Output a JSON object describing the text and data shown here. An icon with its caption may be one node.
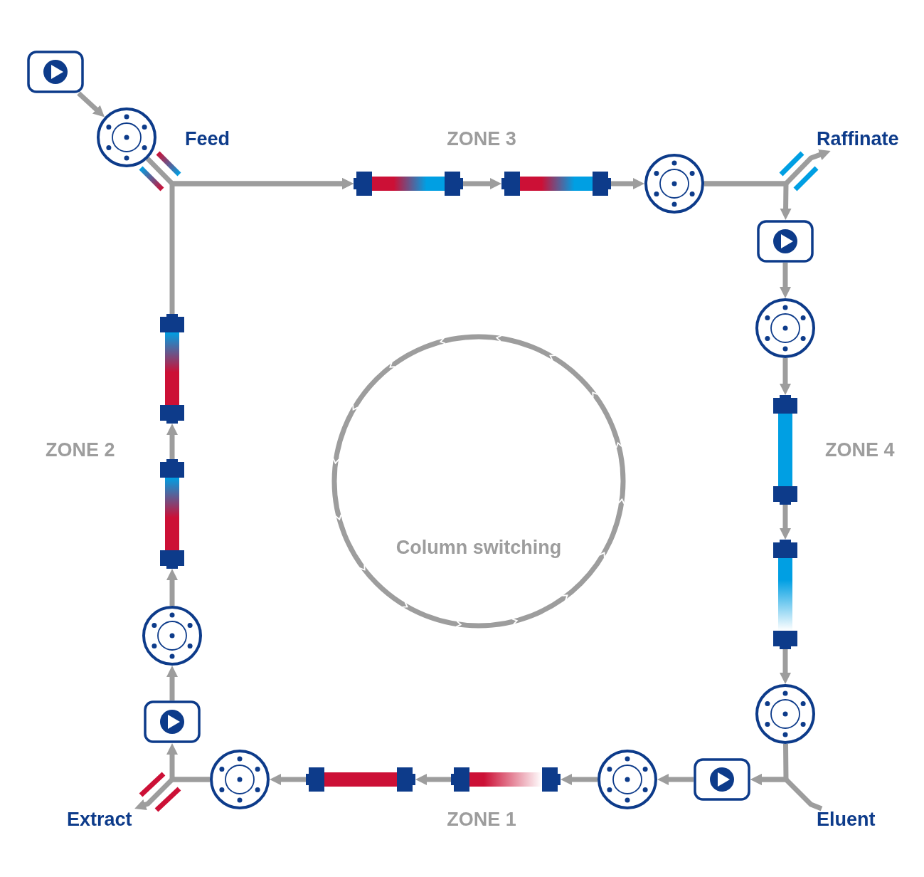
{
  "diagram": {
    "nodes": [
      {
        "text": [],
        "shape": "pump"
      },
      {
        "text": [],
        "shape": "valve"
      },
      {
        "text": [],
        "shape": "column"
      },
      {
        "text": [],
        "shape": "column"
      },
      {
        "text": [],
        "shape": "valve"
      },
      {
        "text": [],
        "shape": "pump"
      },
      {
        "text": [],
        "shape": "valve"
      },
      {
        "text": [],
        "shape": "column"
      },
      {
        "text": [],
        "shape": "column"
      },
      {
        "text": [],
        "shape": "valve"
      },
      {
        "text": [],
        "shape": "pump"
      },
      {
        "text": [],
        "shape": "valve"
      },
      {
        "text": [],
        "shape": "column"
      },
      {
        "text": [],
        "shape": "column"
      },
      {
        "text": [],
        "shape": "valve"
      },
      {
        "text": [],
        "shape": "pump"
      },
      {
        "text": [],
        "shape": "valve"
      },
      {
        "text": [],
        "shape": "column"
      },
      {
        "text": [],
        "shape": "column"
      },
      {
        "text": [
          "Column switching"
        ]
      },
      {
        "text": [
          "Raffinate"
        ]
      },
      {
        "text": [
          "Extract"
        ]
      },
      {
        "text": [
          "Eluent"
        ]
      }
    ],
    "edges": [
      {
        "from": 0,
        "to": 1,
        "arrow": "to"
      },
      {
        "from": 1,
        "to": 2,
        "arrow": "to"
      },
      {
        "from": 2,
        "to": 3,
        "arrow": "to"
      },
      {
        "from": 3,
        "to": 4,
        "arrow": "to"
      },
      {
        "from": 4,
        "to": 5,
        "arrow": "to"
      },
      {
        "from": 4,
        "to": 20,
        "arrow": "to"
      },
      {
        "from": 5,
        "to": 6,
        "arrow": "to"
      },
      {
        "from": 6,
        "to": 7,
        "arrow": "to"
      },
      {
        "from": 7,
        "to": 8,
        "arrow": "to"
      },
      {
        "from": 8,
        "to": 9,
        "arrow": "to"
      },
      {
        "from": 9,
        "to": 10,
        "arrow": "to"
      },
      {
        "from": 22,
        "to": 10,
        "arrow": "to"
      },
      {
        "from": 10,
        "to": 11,
        "arrow": "to"
      },
      {
        "from": 11,
        "to": 12,
        "arrow": "to"
      },
      {
        "from": 12,
        "to": 13,
        "arrow": "to"
      },
      {
        "from": 13,
        "to": 14,
        "arrow": "to"
      },
      {
        "from": 14,
        "to": 15,
        "arrow": "to"
      },
      {
        "from": 14,
        "to": 21,
        "arrow": "to"
      },
      {
        "from": 15,
        "to": 16,
        "arrow": "to"
      },
      {
        "from": 16,
        "to": 17,
        "arrow": "to"
      },
      {
        "from": 17,
        "to": 18,
        "arrow": "to"
      },
      {
        "from": 18,
        "to": 2,
        "arrow": "to"
      }
    ],
    "labels": [
      "Feed",
      "ZONE 3",
      "ZONE 2",
      "ZONE 4",
      "ZONE 1"
    ]
  }
}
